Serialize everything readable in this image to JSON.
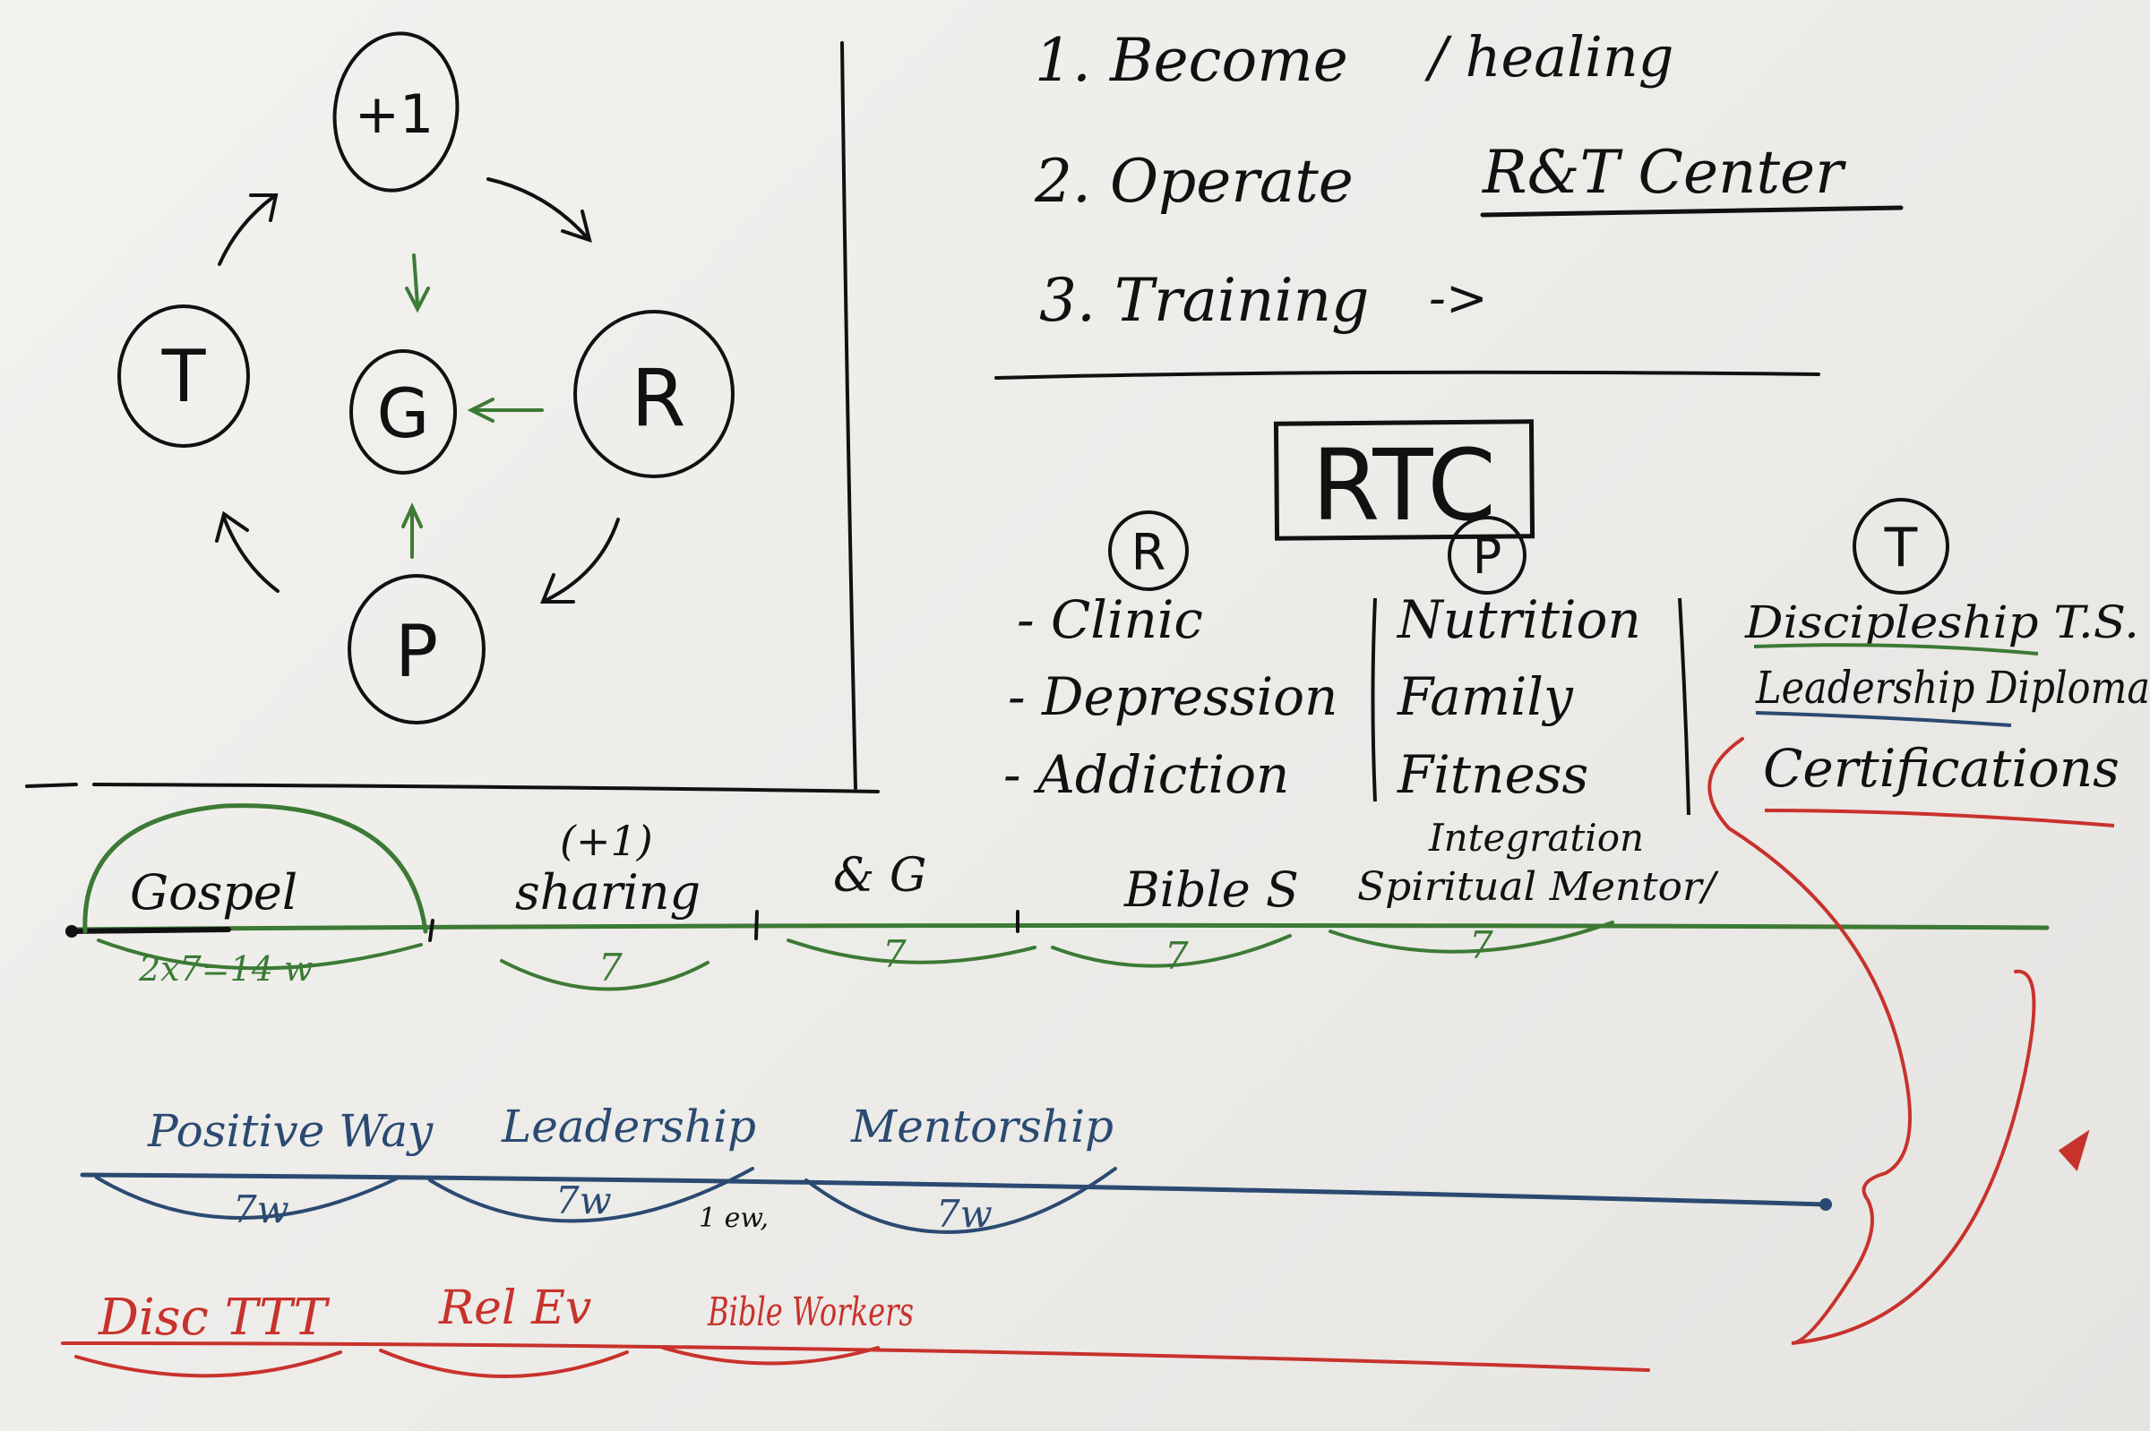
{
  "colors": {
    "black": "#111111",
    "green": "#3c7a35",
    "blue": "#2b4a72",
    "red": "#c8322c"
  },
  "cycle": {
    "top": "+1",
    "left": "T",
    "center": "G",
    "right": "R",
    "bottom": "P"
  },
  "steps": [
    {
      "label": "1. Become",
      "note": "/ healing"
    },
    {
      "label": "2. Operate",
      "note": "R&T Center"
    },
    {
      "label": "3. Training",
      "note": "->"
    }
  ],
  "rtc": {
    "title": "RTC",
    "columns": [
      {
        "marker": "R",
        "items": [
          "- Clinic",
          "- Depression",
          "- Addiction"
        ]
      },
      {
        "marker": "P",
        "items": [
          "Nutrition",
          "Family",
          "Fitness"
        ]
      },
      {
        "marker": "T",
        "items": [
          "Discipleship T.S.",
          "Leadership Diploma",
          "Certifications"
        ]
      }
    ]
  },
  "green_line": {
    "segments": [
      {
        "label": "Gospel",
        "sub": "2x7=14 w"
      },
      {
        "label": "(+1)",
        "label2": "sharing",
        "sub": "7"
      },
      {
        "label": "& G",
        "sub": "7"
      },
      {
        "label": "Bible S",
        "sub": "7"
      },
      {
        "label": "Integration",
        "label2": "Spiritual Mentor/",
        "sub": "7"
      }
    ]
  },
  "blue_line": {
    "segments": [
      {
        "label": "Positive Way",
        "sub": "7w"
      },
      {
        "label": "Leadership",
        "sub": "7w",
        "extra": "1 ew,"
      },
      {
        "label": "Mentorship",
        "sub": "7w"
      }
    ]
  },
  "red_line": {
    "segments": [
      {
        "label": "Disc TTT"
      },
      {
        "label": "Rel Ev"
      },
      {
        "label": "Bible Workers"
      }
    ]
  }
}
